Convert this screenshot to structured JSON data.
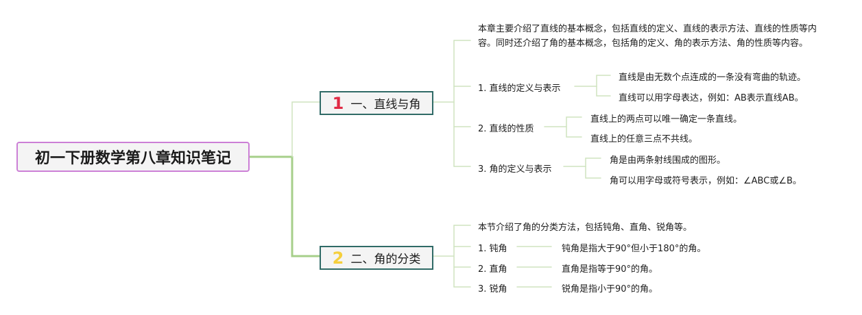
{
  "root": {
    "title": "初一下册数学第八章知识笔记"
  },
  "branches": [
    {
      "number": "1",
      "label": "一、直线与角",
      "intro": "本章主要介绍了直线的基本概念，包括直线的定义、直线的表示方法、直线的性质等内容。同时还介绍了角的基本概念，包括角的定义、角的表示方法、角的性质等内容。",
      "topics": [
        {
          "label": "1. 直线的定义与表示",
          "details": [
            "直线是由无数个点连成的一条没有弯曲的轨迹。",
            "直线可以用字母表达，例如：AB表示直线AB。"
          ]
        },
        {
          "label": "2. 直线的性质",
          "details": [
            "直线上的两点可以唯一确定一条直线。",
            "直线上的任意三点不共线。"
          ]
        },
        {
          "label": "3. 角的定义与表示",
          "details": [
            "角是由两条射线围成的图形。",
            "角可以用字母或符号表示，例如：∠ABC或∠B。"
          ]
        }
      ]
    },
    {
      "number": "2",
      "label": "二、角的分类",
      "intro": "本节介绍了角的分类方法，包括钝角、直角、锐角等。",
      "topics": [
        {
          "label": "1. 钝角",
          "details": [
            "钝角是指大于90°但小于180°的角。"
          ]
        },
        {
          "label": "2. 直角",
          "details": [
            "直角是指等于90°的角。"
          ]
        },
        {
          "label": "3. 锐角",
          "details": [
            "锐角是指小于90°的角。"
          ]
        }
      ]
    }
  ],
  "colors": {
    "connector": "#a6cf8a",
    "connector_light": "#cfe3bf",
    "root_border": "#cc7fd6",
    "branch_border": "#2f6a66",
    "num1": "#e02a45",
    "num2": "#f5cf3c"
  }
}
